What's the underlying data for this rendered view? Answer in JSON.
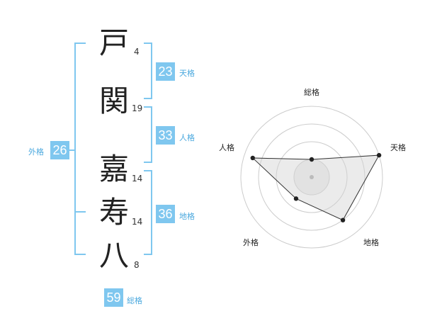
{
  "colors": {
    "accent": "#7fc7ef",
    "accent_text": "#4aa8de",
    "ink": "#222222"
  },
  "name": {
    "characters": [
      {
        "char": "戸",
        "strokes": "4"
      },
      {
        "char": "関",
        "strokes": "19"
      },
      {
        "char": "嘉",
        "strokes": "14"
      },
      {
        "char": "寿",
        "strokes": "14"
      },
      {
        "char": "八",
        "strokes": "8"
      }
    ]
  },
  "fortunes": {
    "tenkaku": {
      "value": "23",
      "label": "天格"
    },
    "jinkaku": {
      "value": "33",
      "label": "人格"
    },
    "chikaku": {
      "value": "36",
      "label": "地格"
    },
    "gaikaku": {
      "value": "26",
      "label": "外格"
    },
    "soukaku": {
      "value": "59",
      "label": "総格"
    }
  },
  "chart_data": {
    "type": "radar",
    "axes": [
      "総格",
      "天格",
      "地格",
      "外格",
      "人格"
    ],
    "rings": 4,
    "max": 4,
    "values": [
      1,
      4,
      3,
      1.5,
      3.5
    ]
  }
}
